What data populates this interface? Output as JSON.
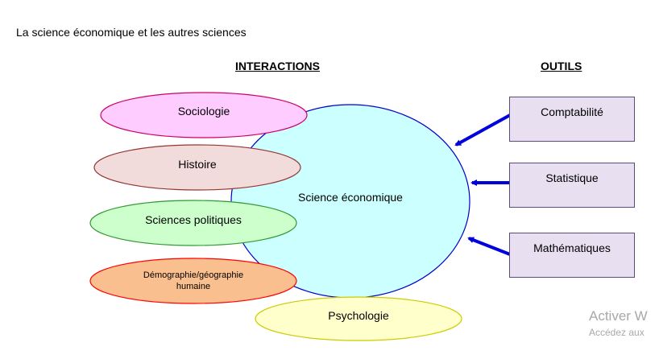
{
  "title": "La science économique et les autres sciences",
  "headers": {
    "interactions": "INTERACTIONS",
    "outils": "OUTILS"
  },
  "center": {
    "label": "Science économique",
    "fill": "#ccffff",
    "stroke": "#0000cc"
  },
  "interactions": [
    {
      "label": "Sociologie",
      "fill": "#ffccff",
      "stroke": "#cc0066"
    },
    {
      "label": "Histoire",
      "fill": "#f2dcdb",
      "stroke": "#943634"
    },
    {
      "label": "Sciences politiques",
      "fill": "#ccffcc",
      "stroke": "#339933"
    },
    {
      "label": "Démographie/géographie humaine",
      "line1": "Démographie/géographie",
      "line2": "humaine",
      "fill": "#fabf8f",
      "stroke": "#ff0000"
    },
    {
      "label": "Psychologie",
      "fill": "#ffffcc",
      "stroke": "#cccc00"
    }
  ],
  "outils": [
    {
      "label": "Comptabilité"
    },
    {
      "label": "Statistique"
    },
    {
      "label": "Mathématiques"
    }
  ],
  "arrow_color": "#0000dd",
  "watermark": {
    "line1": "Activer W",
    "line2": "Accédez aux"
  }
}
